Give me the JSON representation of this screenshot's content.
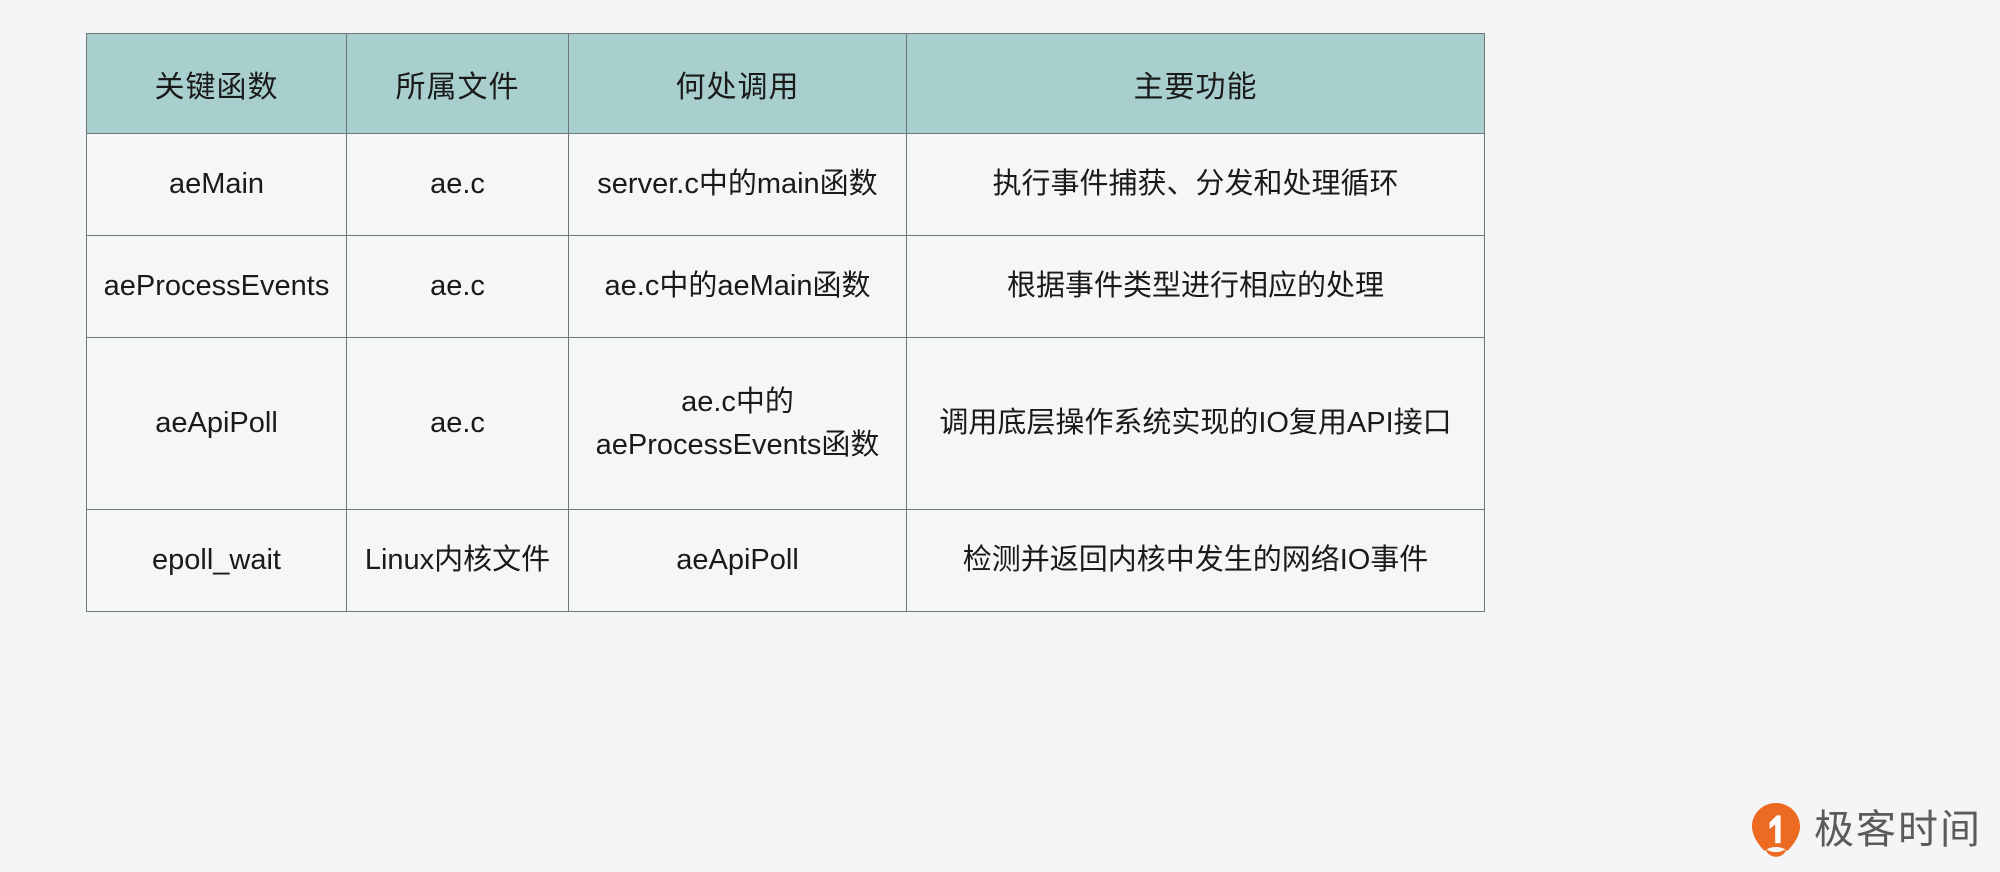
{
  "table": {
    "columns": [
      "关键函数",
      "所属文件",
      "何处调用",
      "主要功能"
    ],
    "rows": [
      {
        "fn": "aeMain",
        "file": "ae.c",
        "called_from": "server.c中的main函数",
        "purpose": "执行事件捕获、分发和处理循环"
      },
      {
        "fn": "aeProcessEvents",
        "file": "ae.c",
        "called_from": "ae.c中的aeMain函数",
        "purpose": "根据事件类型进行相应的处理"
      },
      {
        "fn": "aeApiPoll",
        "file": "ae.c",
        "called_from": "ae.c中的\naeProcessEvents函数",
        "purpose": "调用底层操作系统实现的IO复用API接口"
      },
      {
        "fn": "epoll_wait",
        "file": "Linux内核文件",
        "called_from": "aeApiPoll",
        "purpose": "检测并返回内核中发生的网络IO事件"
      }
    ]
  },
  "watermark": {
    "brand": "极客时间",
    "logo_color": "#ec6a21",
    "text_color": "#5b5b5b"
  },
  "theme": {
    "header_bg": "#a8cfcd",
    "body_bg": "#f4f6f7",
    "page_bg": "#f4f5f7",
    "border": "#6f7878",
    "text": "#1a1a1a"
  }
}
